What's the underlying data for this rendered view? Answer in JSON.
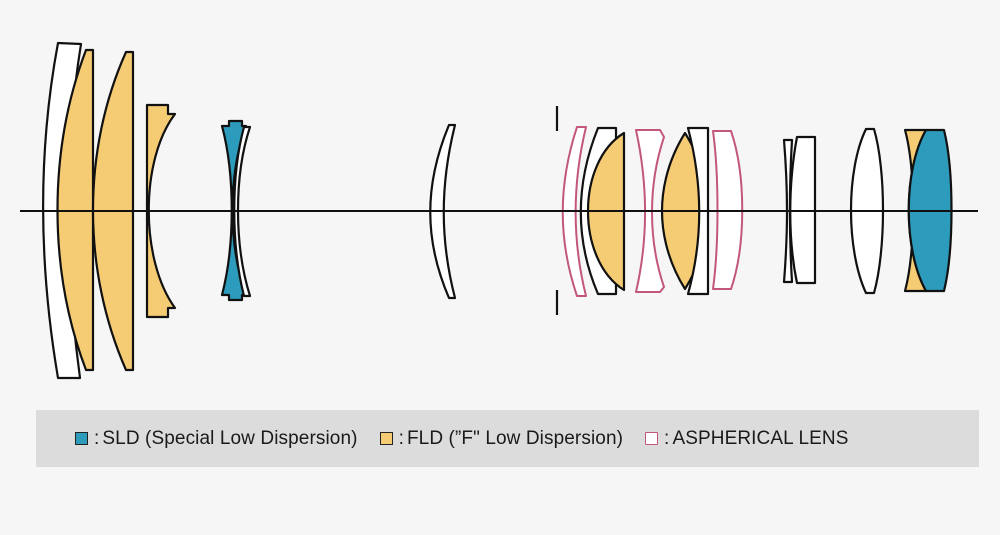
{
  "colors": {
    "background": "#f6f6f6",
    "sld": "#2d9bbb",
    "fld": "#f5cc74",
    "plain_glass": "#ffffff",
    "aspherical_outline": "#c2577a",
    "outline": "#111111",
    "legend_bar": "#dcdcdc"
  },
  "legend": {
    "items": [
      {
        "key": "sld",
        "separator": ":",
        "label": "SLD (Special Low Dispersion)"
      },
      {
        "key": "fld",
        "separator": ":",
        "label": "FLD (”F\" Low Dispersion)"
      },
      {
        "key": "asph",
        "separator": ":",
        "label": "ASPHERICAL LENS"
      }
    ]
  }
}
